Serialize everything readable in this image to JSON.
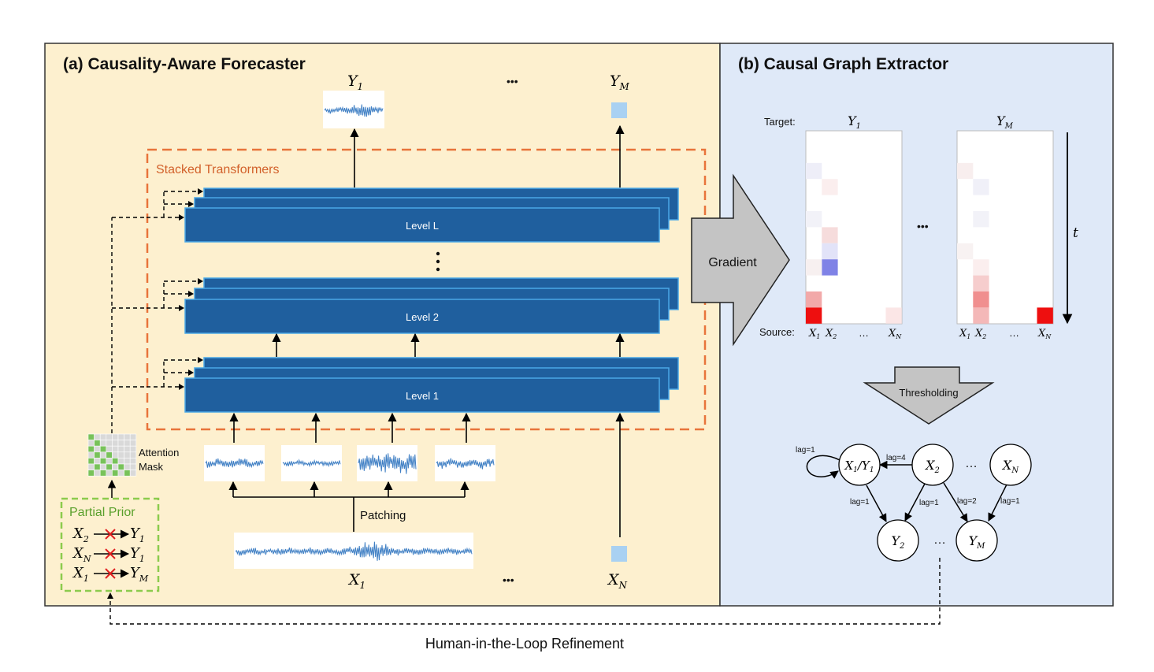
{
  "panel_a": {
    "title": "(a) Causality-Aware Forecaster",
    "stacked_label": "Stacked Transformers",
    "level_L": "Level L",
    "level_2": "Level 2",
    "level_1": "Level 1",
    "out_first": "Y",
    "out_first_sub": "1",
    "out_last": "Y",
    "out_last_sub": "M",
    "in_first": "X",
    "in_first_sub": "1",
    "in_last": "X",
    "in_last_sub": "N",
    "ellipsis": "•••",
    "patching": "Patching",
    "attention_mask_1": "Attention",
    "attention_mask_2": "Mask",
    "partial_prior_title": "Partial Prior",
    "priors": [
      {
        "from": "X",
        "from_sub": "2",
        "to": "Y",
        "to_sub": "1"
      },
      {
        "from": "X",
        "from_sub": "N",
        "to": "Y",
        "to_sub": "1"
      },
      {
        "from": "X",
        "from_sub": "1",
        "to": "Y",
        "to_sub": "M"
      }
    ]
  },
  "gradient_label": "Gradient",
  "panel_b": {
    "title": "(b) Causal Graph Extractor",
    "target_label": "Target:",
    "source_label": "Source:",
    "heatmap1_target": "Y",
    "heatmap1_target_sub": "1",
    "heatmap2_target": "Y",
    "heatmap2_target_sub": "M",
    "source_ticks": [
      {
        "t": "X",
        "s": "1"
      },
      {
        "t": "X",
        "s": "2"
      },
      {
        "t": "…",
        "s": ""
      },
      {
        "t": "X",
        "s": "N"
      }
    ],
    "time_label": "t",
    "ellipsis": "•••",
    "thresholding": "Thresholding",
    "graph": {
      "nodes": [
        {
          "id": "x1y1",
          "t1": "X",
          "s1": "1",
          "sep": "/",
          "t2": "Y",
          "s2": "1"
        },
        {
          "id": "x2",
          "t1": "X",
          "s1": "2"
        },
        {
          "id": "xn",
          "t1": "X",
          "s1": "N"
        },
        {
          "id": "y2",
          "t1": "Y",
          "s1": "2"
        },
        {
          "id": "ym",
          "t1": "Y",
          "s1": "M"
        }
      ],
      "edges": [
        {
          "label": "lag=1"
        },
        {
          "label": "lag=4"
        },
        {
          "label": "lag=1"
        },
        {
          "label": "lag=1"
        },
        {
          "label": "lag=2"
        },
        {
          "label": "lag=1"
        }
      ],
      "ellipsis_top": "…",
      "ellipsis_bottom": "…"
    }
  },
  "feedback_label": "Human-in-the-Loop Refinement",
  "colors": {
    "panel_a_bg": "#fdf0cf",
    "panel_b_bg": "#dfe9f8",
    "level_fill": "#1f5f9e",
    "level_stroke": "#4aa7e6",
    "stacked_border": "#e8743b",
    "prior_border": "#8ccb4d",
    "prior_text": "#5aa02c",
    "cross": "#e02020",
    "arrow_fill": "#c4c4c4",
    "wave": "#3f7fc4",
    "light_square": "#a9d1f2",
    "heat_red": "#ee0f0f",
    "heat_blue": "#7f82e6"
  }
}
